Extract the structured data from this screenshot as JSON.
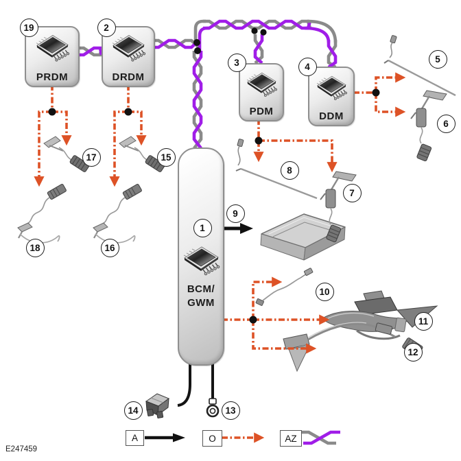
{
  "figure_id": "E247459",
  "modules": [
    {
      "label": "PRDM"
    },
    {
      "label": "DRDM"
    },
    {
      "label": "PDM"
    },
    {
      "label": "DDM"
    },
    {
      "label_line1": "BCM/",
      "label_line2": "GWM"
    }
  ],
  "callouts": [
    {
      "number": "1"
    },
    {
      "number": "2"
    },
    {
      "number": "3"
    },
    {
      "number": "4"
    },
    {
      "number": "5"
    },
    {
      "number": "6"
    },
    {
      "number": "7"
    },
    {
      "number": "8"
    },
    {
      "number": "9"
    },
    {
      "number": "10"
    },
    {
      "number": "11"
    },
    {
      "number": "12"
    },
    {
      "number": "13"
    },
    {
      "number": "14"
    },
    {
      "number": "15"
    },
    {
      "number": "16"
    },
    {
      "number": "17"
    },
    {
      "number": "18"
    },
    {
      "number": "19"
    }
  ],
  "legend": {
    "items": [
      {
        "code": "A",
        "line_style": "solid-black-arrow"
      },
      {
        "code": "O",
        "line_style": "orange-dash-dot-arrow"
      },
      {
        "code": "AZ",
        "line_style": "twisted-pair"
      }
    ]
  },
  "colors": {
    "harness_orange": "#DD5226",
    "twisted_pair_purple": "#A01DE8",
    "twisted_pair_gray": "#8A8A8A"
  },
  "icons": {
    "module_icon": "chip-icon",
    "junction": "black-dot",
    "ground_ring": "eyelet-ring"
  }
}
